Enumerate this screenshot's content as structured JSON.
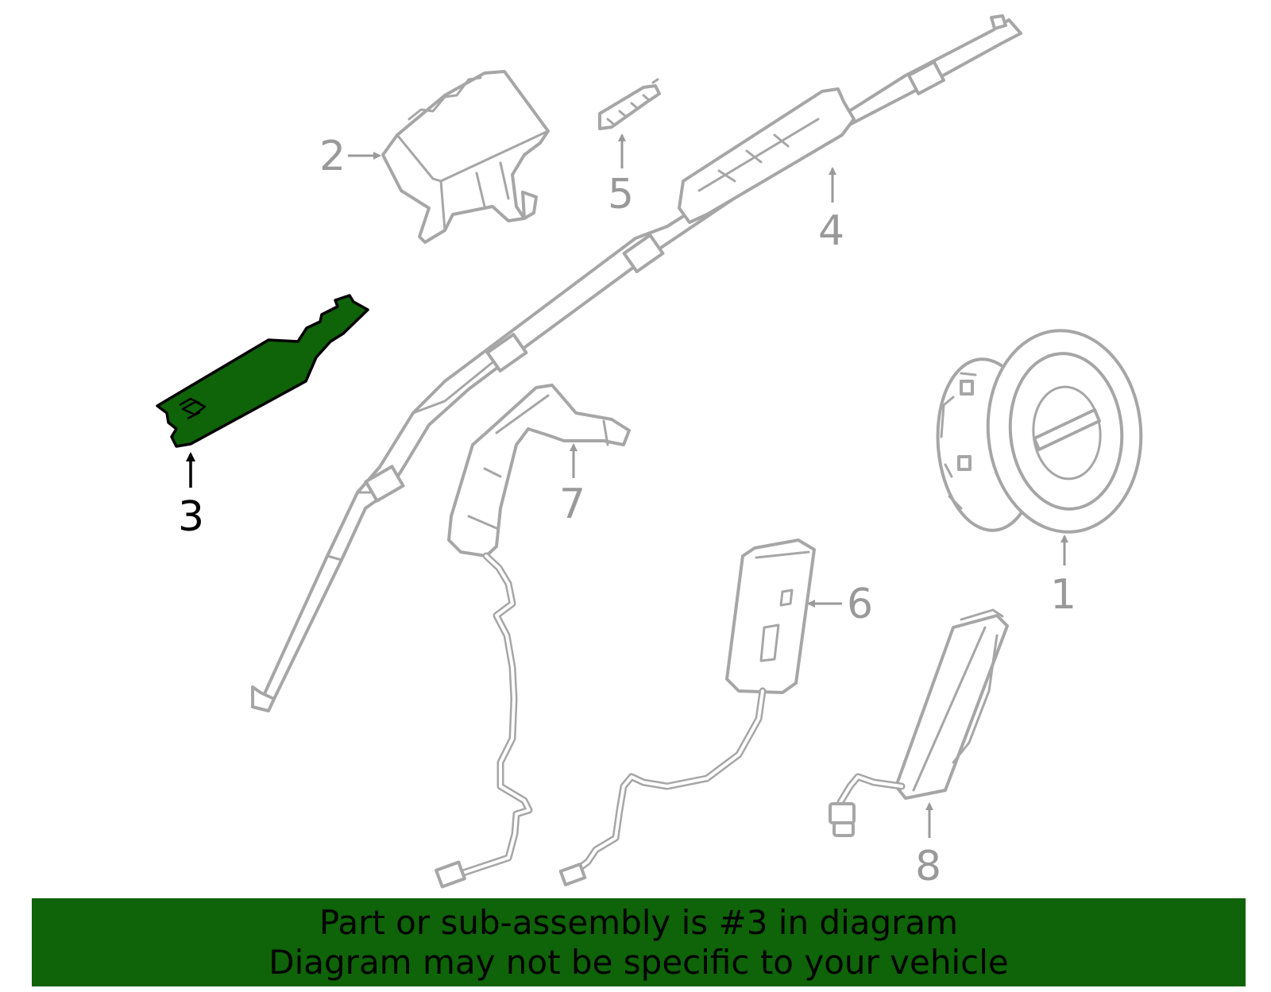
{
  "diagram": {
    "callouts": [
      {
        "id": "1",
        "label": "1"
      },
      {
        "id": "2",
        "label": "2"
      },
      {
        "id": "3",
        "label": "3",
        "highlighted": true
      },
      {
        "id": "4",
        "label": "4"
      },
      {
        "id": "5",
        "label": "5"
      },
      {
        "id": "6",
        "label": "6"
      },
      {
        "id": "7",
        "label": "7"
      },
      {
        "id": "8",
        "label": "8"
      }
    ],
    "highlight_color": "#0f6308",
    "part_line_color": "#a6a6a6"
  },
  "banner": {
    "line1": "Part or sub-assembly is #3 in diagram",
    "line2": "Diagram may not be specific to your vehicle",
    "background": "#0f6308"
  }
}
